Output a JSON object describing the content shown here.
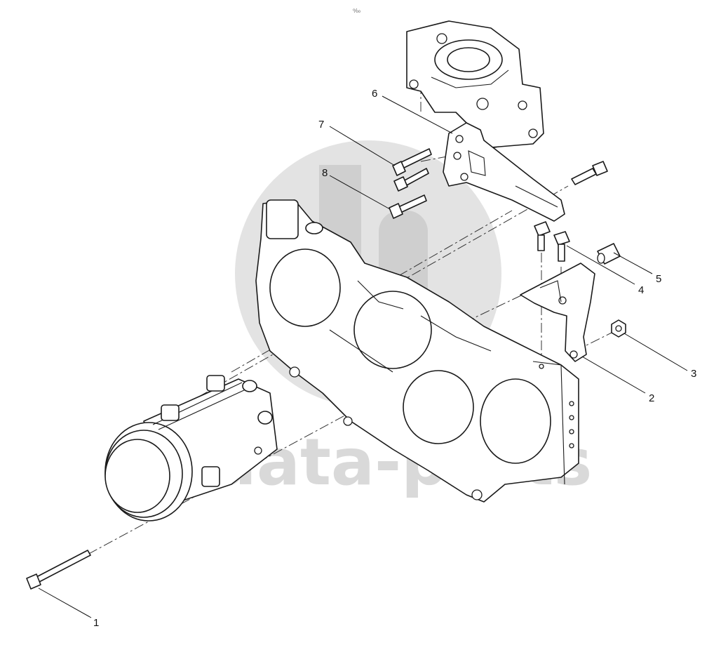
{
  "watermark": {
    "text": "data-parts",
    "color": "#d9d9d9"
  },
  "top_mark": "⁰⁄₀₀",
  "callouts": [
    {
      "id": "1",
      "label": "1"
    },
    {
      "id": "2",
      "label": "2"
    },
    {
      "id": "3",
      "label": "3"
    },
    {
      "id": "4",
      "label": "4"
    },
    {
      "id": "5",
      "label": "5"
    },
    {
      "id": "6",
      "label": "6"
    },
    {
      "id": "7",
      "label": "7"
    },
    {
      "id": "8",
      "label": "8"
    }
  ],
  "colors": {
    "line": "#1a1a1a",
    "background": "#ffffff",
    "watermark": "#d9d9d9"
  }
}
